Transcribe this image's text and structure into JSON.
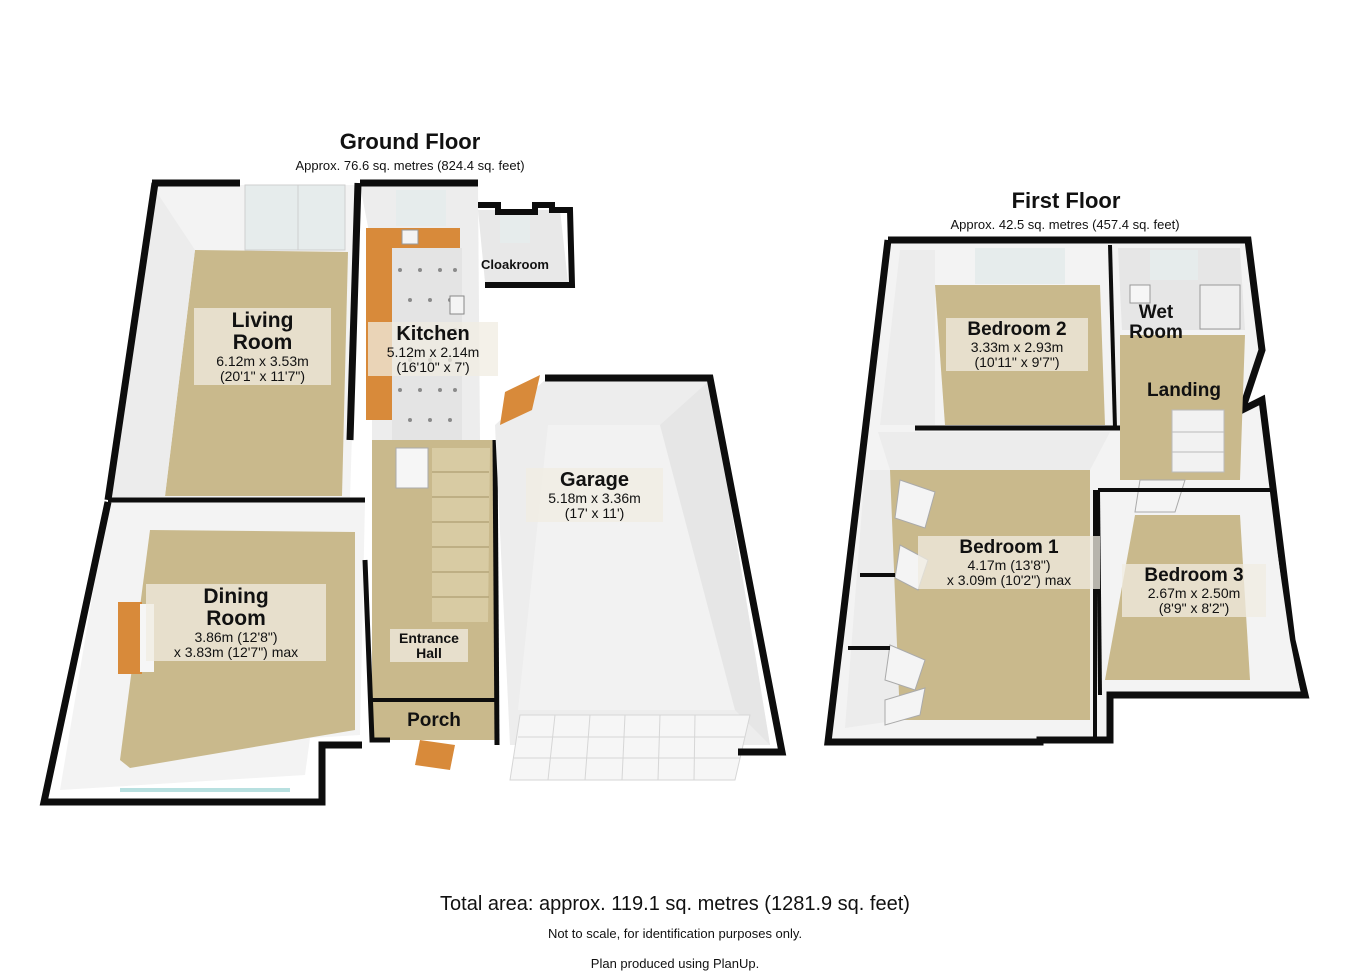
{
  "colors": {
    "wall": "#0d0d0d",
    "carpet": "#c9b98c",
    "floor_grey": "#dcdcdc",
    "kitchen_tile": "#e9e9e9",
    "counter": "#d88a3a",
    "window": "#b8e0e0",
    "inner_wall": "#f4f4f4"
  },
  "ground_floor": {
    "title": "Ground Floor",
    "area": "Approx. 76.6 sq. metres (824.4 sq. feet)",
    "rooms": {
      "living": {
        "name_line1": "Living",
        "name_line2": "Room",
        "dim1": "6.12m x 3.53m",
        "dim2": "(20'1\" x 11'7\")"
      },
      "kitchen": {
        "name": "Kitchen",
        "dim1": "5.12m x 2.14m",
        "dim2": "(16'10\" x 7')"
      },
      "cloakroom": {
        "name": "Cloakroom"
      },
      "garage": {
        "name": "Garage",
        "dim1": "5.18m x 3.36m",
        "dim2": "(17' x 11')"
      },
      "dining": {
        "name_line1": "Dining",
        "name_line2": "Room",
        "dim1": "3.86m (12'8\")",
        "dim2": "x 3.83m (12'7\") max"
      },
      "hall": {
        "name_line1": "Entrance",
        "name_line2": "Hall"
      },
      "porch": {
        "name": "Porch"
      }
    }
  },
  "first_floor": {
    "title": "First Floor",
    "area": "Approx. 42.5 sq. metres (457.4 sq. feet)",
    "rooms": {
      "bedroom2": {
        "name": "Bedroom 2",
        "dim1": "3.33m x 2.93m",
        "dim2": "(10'11\" x 9'7\")"
      },
      "wetroom": {
        "name_line1": "Wet",
        "name_line2": "Room"
      },
      "landing": {
        "name": "Landing"
      },
      "bedroom1": {
        "name": "Bedroom 1",
        "dim1": "4.17m (13'8\")",
        "dim2": "x 3.09m (10'2\") max"
      },
      "bedroom3": {
        "name": "Bedroom 3",
        "dim1": "2.67m x 2.50m",
        "dim2": "(8'9\" x 8'2\")"
      }
    }
  },
  "footer": {
    "total": "Total area: approx. 119.1 sq. metres (1281.9 sq. feet)",
    "note": "Not to scale, for identification purposes only.",
    "credit": "Plan produced using PlanUp."
  }
}
